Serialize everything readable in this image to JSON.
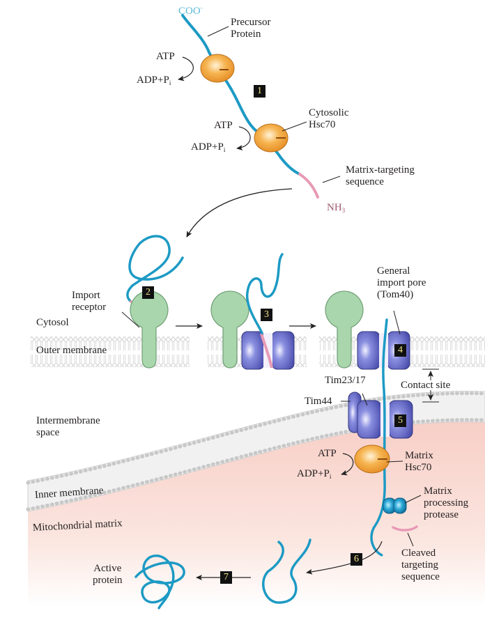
{
  "figure": {
    "title": "Mitochondrial protein import via matrix-targeting sequence",
    "colors": {
      "protein_chain": "#1c9ac4",
      "targeting_sequence": "#e79ab5",
      "hsc70": "#f2a23c",
      "import_receptor": "#a9d6ad",
      "tom_tim_complex": "#5a5fb8",
      "protease": "#1f8fc0",
      "membrane": "#d9d9d9",
      "matrix": "#f8d6cf",
      "step_box": "#111111",
      "step_text": "#f2e48a"
    }
  },
  "labels": {
    "coo": "COO",
    "coo_charge": "-",
    "precursor_protein_line1": "Precursor",
    "precursor_protein_line2": "Protein",
    "atp_1": "ATP",
    "adp_1": "ADP+P",
    "adp_1_sub": "i",
    "atp_2": "ATP",
    "adp_2": "ADP+P",
    "adp_2_sub": "i",
    "cytosolic_hsc70_line1": "Cytosolic",
    "cytosolic_hsc70_line2": "Hsc70",
    "matrix_targeting_line1": "Matrix-targeting",
    "matrix_targeting_line2": "sequence",
    "nh3": "NH",
    "nh3_sub": "3",
    "import_receptor_line1": "Import",
    "import_receptor_line2": "receptor",
    "cytosol": "Cytosol",
    "outer_membrane": "Outer membrane",
    "general_import_pore_line1": "General",
    "general_import_pore_line2": "import pore",
    "general_import_pore_line3": "(Tom40)",
    "contact_site": "Contact site",
    "tim23_17": "Tim23/17",
    "tim44": "Tim44",
    "intermembrane_line1": "Intermembrane",
    "intermembrane_line2": "space",
    "atp_3": "ATP",
    "adp_3": "ADP+P",
    "adp_3_sub": "i",
    "matrix_hsc70_line1": "Matrix",
    "matrix_hsc70_line2": "Hsc70",
    "inner_membrane": "Inner membrane",
    "mitochondrial_matrix": "Mitochondrial matrix",
    "protease_line1": "Matrix",
    "protease_line2": "processing",
    "protease_line3": "protease",
    "cleaved_line1": "Cleaved",
    "cleaved_line2": "targeting",
    "cleaved_line3": "sequence",
    "active_protein_line1": "Active",
    "active_protein_line2": "protein"
  },
  "steps": [
    "1",
    "2",
    "3",
    "4",
    "5",
    "6",
    "7"
  ]
}
